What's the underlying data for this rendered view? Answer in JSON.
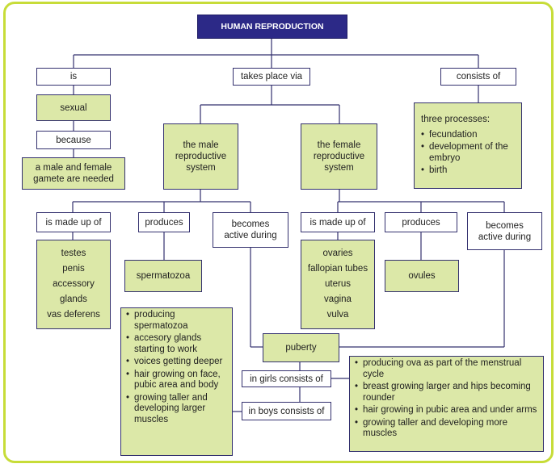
{
  "title": "HUMAN REPRODUCTION",
  "level1": {
    "is": "is",
    "takes_place_via": "takes place via",
    "consists_of": "consists of"
  },
  "left_branch": {
    "sexual": "sexual",
    "because": "because",
    "gamete_line1": "a male and female",
    "gamete_line2": "gamete are needed"
  },
  "processes": {
    "heading": "three processes:",
    "items": [
      "fecundation",
      "development of the embryo",
      "birth"
    ]
  },
  "male": {
    "system_line1": "the male",
    "system_line2": "reproductive",
    "system_line3": "system",
    "made_up_of": "is made up of",
    "produces": "produces",
    "becomes_line1": "becomes",
    "becomes_line2": "active during",
    "parts": [
      "testes",
      "penis",
      "accessory",
      "glands",
      "vas deferens"
    ],
    "product": "spermatozoa"
  },
  "female": {
    "system_line1": "the female",
    "system_line2": "reproductive",
    "system_line3": "system",
    "made_up_of": "is made up of",
    "produces": "produces",
    "becomes_line1": "becomes",
    "becomes_line2": "active during",
    "parts": [
      "ovaries",
      "fallopian tubes",
      "uterus",
      "vagina",
      "vulva"
    ],
    "product": "ovules"
  },
  "puberty": {
    "label": "puberty",
    "girls_label": "in girls consists of",
    "boys_label": "in boys consists of",
    "boys_items": [
      "producing spermatozoa",
      "accesory glands starting to work",
      "voices getting deeper",
      "hair growing on face, pubic area and body",
      "growing taller and developing larger muscles"
    ],
    "girls_items": [
      "producing ova as part of the menstrual cycle",
      "breast growing larger and hips becoming rounder",
      "hair growing in pubic area and under arms",
      "growing taller and developing more muscles"
    ]
  },
  "colors": {
    "title_bg": "#2c2987",
    "concept_bg": "#dce8a8",
    "line": "#33306e",
    "frame": "#c7dc38"
  }
}
